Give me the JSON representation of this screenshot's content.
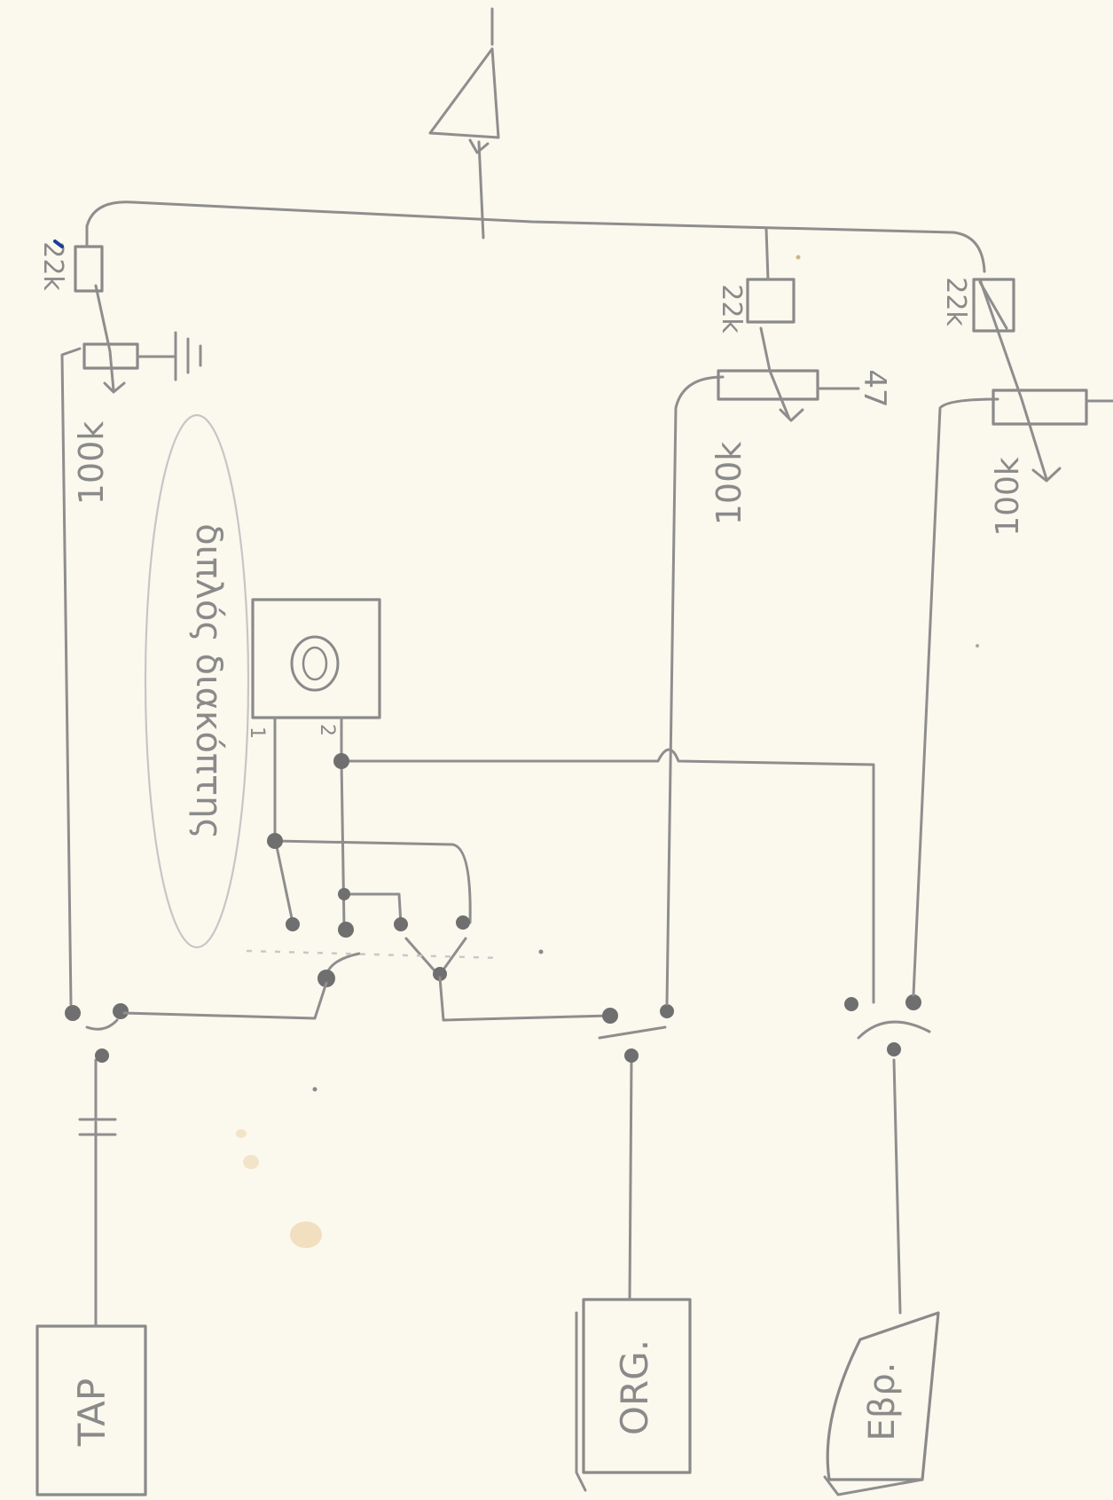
{
  "labels": {
    "source_tap": "TAP",
    "source_org": "ORG.",
    "source_third": "Εβρ.",
    "pot_1": "100k",
    "pot_2": "100k",
    "pot_3": "100k",
    "res_1": "22k",
    "res_2": "22k",
    "res_3": "22k",
    "cap_2": "47",
    "switch_pin_1": "1",
    "switch_pin_2": "2",
    "note": "διπλός διακόπτης"
  },
  "colors": {
    "paper": "#fbf8ee",
    "pencil": "#8e8e8e",
    "joint": "#6f6f6f",
    "ink_mark": "#1d3d9a",
    "stain": "#f1dfc0"
  }
}
